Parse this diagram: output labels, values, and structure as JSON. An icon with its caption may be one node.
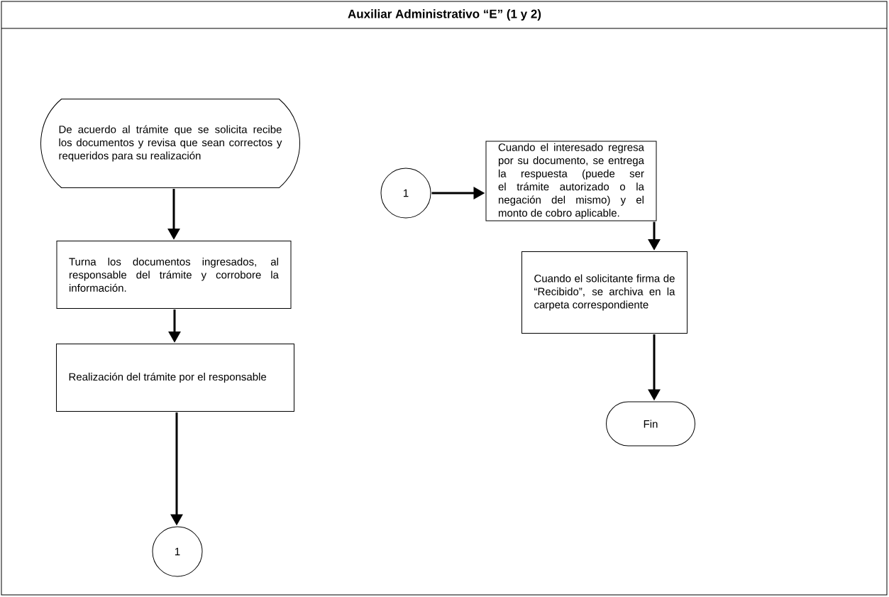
{
  "diagram": {
    "title": "Auxiliar Administrativo “E” (1 y 2)",
    "nodes": [
      {
        "text": [
          "De acuerdo al trámite que se solicita recibe los documentos y revisa que sean correctos y requeridos para su realización"
        ]
      },
      {
        "text": [
          "Turna los documentos ingresados, al responsable del trámite y corrobore la información."
        ]
      },
      {
        "text": [
          "Realización del trámite por el responsable"
        ]
      },
      {
        "text": [
          "1"
        ]
      },
      {
        "text": [
          "1"
        ]
      },
      {
        "text": [
          "Cuando el interesado regresa por su documento, se entrega la respuesta (puede ser el trámite autorizado o la negación del mismo) y el monto de cobro aplicable."
        ]
      },
      {
        "text": [
          "Cuando el solicitante firma de “Recibido”, se archiva en la carpeta correspondiente"
        ]
      },
      {
        "text": [
          "Fin"
        ]
      }
    ],
    "edges": [
      {
        "from": 0,
        "to": 1,
        "arrow": "to"
      },
      {
        "from": 1,
        "to": 2,
        "arrow": "to"
      },
      {
        "from": 2,
        "to": 3,
        "arrow": "to"
      },
      {
        "from": 4,
        "to": 5,
        "arrow": "to"
      },
      {
        "from": 5,
        "to": 6,
        "arrow": "to"
      },
      {
        "from": 6,
        "to": 7,
        "arrow": "to"
      }
    ]
  }
}
